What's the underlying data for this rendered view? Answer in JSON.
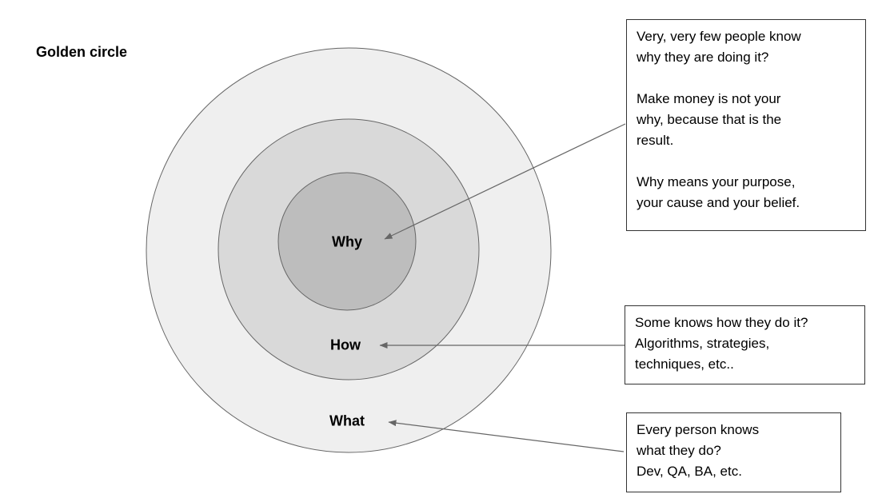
{
  "title": "Golden circle",
  "rings": [
    {
      "id": "why",
      "label": "Why",
      "fill": "#bdbdbd"
    },
    {
      "id": "how",
      "label": "How",
      "fill": "#d9d9d9"
    },
    {
      "id": "what",
      "label": "What",
      "fill": "#efefef"
    }
  ],
  "labels": {
    "why": "Why",
    "how": "How",
    "what": "What"
  },
  "annotations": {
    "why_note": "Very, very few people know\nwhy they are doing it?\n\nMake money is not your\nwhy, because that is the\nresult.\n\nWhy means your purpose,\nyour cause and your belief.",
    "how_note": "Some knows how they do it?\nAlgorithms, strategies,\ntechniques, etc..",
    "what_note": "Every person knows\nwhat they do?\nDev, QA, BA, etc."
  },
  "colors": {
    "circle_outer_fill": "#efefef",
    "circle_middle_fill": "#d9d9d9",
    "circle_inner_fill": "#bdbdbd",
    "circle_stroke": "#666666",
    "arrow": "#666666",
    "box_border": "#333333",
    "text": "#000000",
    "background": "#ffffff"
  }
}
